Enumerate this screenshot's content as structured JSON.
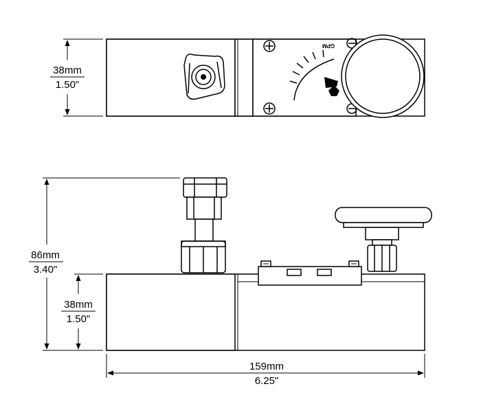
{
  "dimensions": {
    "top_height": {
      "metric": "38mm",
      "imperial": "1.50\""
    },
    "total_height": {
      "metric": "86mm",
      "imperial": "3.40\""
    },
    "body_height": {
      "metric": "38mm",
      "imperial": "1.50\""
    },
    "length": {
      "metric": "159mm",
      "imperial": "6.25\""
    }
  },
  "gauge": {
    "unit_label": "GPM"
  }
}
